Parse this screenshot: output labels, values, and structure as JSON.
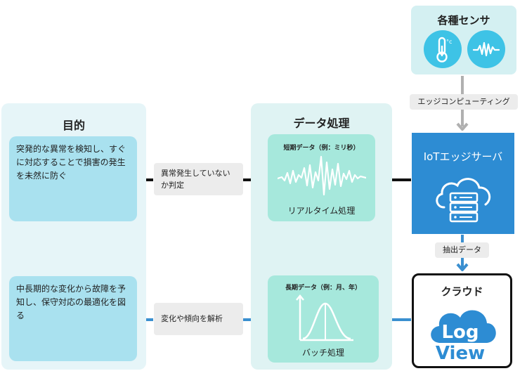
{
  "sensors": {
    "title": "各種センサ",
    "thermo_unit": "°c"
  },
  "edge_label": "エッジコンピューティング",
  "server": {
    "title": "IoTエッジサーバ"
  },
  "extract_label": "抽出データ",
  "cloud": {
    "title": "クラウド",
    "logo_line1": "Log",
    "logo_line2": "View"
  },
  "data_panel": {
    "title": "データ処理",
    "realtime": {
      "caption": "短期データ（例：ミリ秒）",
      "label": "リアルタイム処理"
    },
    "batch": {
      "caption": "長期データ（例：月、年）",
      "label": "バッチ処理"
    }
  },
  "judge_label": "異常発生していないか判定",
  "analysis_label": "変化や傾向を解析",
  "purpose_panel": {
    "title": "目的",
    "goal1": "突発的な異常を検知し、すぐに対応することで損害の発生を未然に防ぐ",
    "goal2": "中長期的な変化から故障を予知し、保守対応の最適化を図る"
  },
  "colors": {
    "black_arrow": "#111111",
    "blue_arrow": "#3a8fd0",
    "gray_arrow": "#b0b0b0",
    "server_blue": "#2d8cd3",
    "sensor_circle": "#3ec3e6"
  }
}
